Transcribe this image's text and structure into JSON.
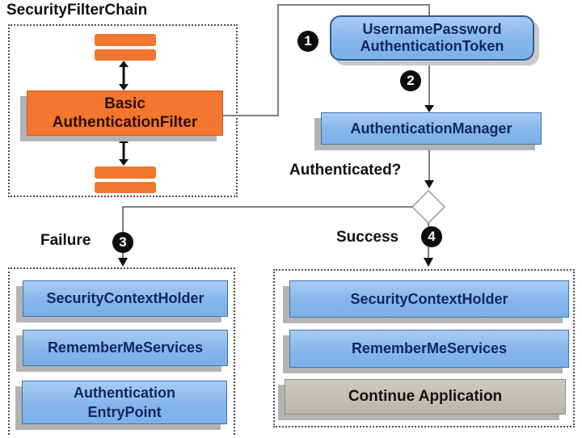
{
  "diagram": {
    "title": "SecurityFilterChain",
    "filter_chain": {
      "basic_filter_label": "Basic\nAuthenticationFilter"
    },
    "token_label": "UsernamePassword\nAuthenticationToken",
    "auth_manager_label": "AuthenticationManager",
    "question_label": "Authenticated?",
    "failure_label": "Failure",
    "success_label": "Success",
    "steps": {
      "one": "1",
      "two": "2",
      "three": "3",
      "four": "4"
    },
    "failure_branch": {
      "items": [
        "SecurityContextHolder",
        "RememberMeServices",
        "Authentication\nEntryPoint"
      ]
    },
    "success_branch": {
      "items": [
        "SecurityContextHolder",
        "RememberMeServices",
        "Continue Application"
      ]
    },
    "colors": {
      "orange": "#F2762E",
      "blue_fill": "#84B6EA",
      "blue_border": "#3E74AC",
      "navy_text": "#14265E",
      "gray_fill": "#C3BFB3",
      "shadow": "#B3B3B3",
      "connector": "#808080",
      "arrowhead": "#111111"
    }
  }
}
